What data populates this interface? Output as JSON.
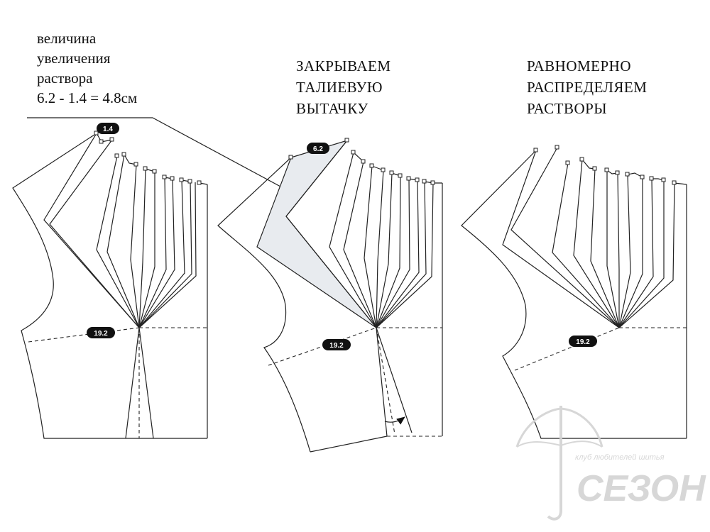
{
  "note": {
    "lines": [
      "величина",
      "увеличения",
      "раствора",
      "6.2 - 1.4 = 4.8см"
    ]
  },
  "panels": [
    {
      "title_lines": [],
      "badge_top": "1.4",
      "badge_waist": "19.2"
    },
    {
      "title_lines": [
        "ЗАКРЫВАЕМ",
        "ТАЛИЕВУЮ",
        "ВЫТАЧКУ"
      ],
      "badge_top": "6.2",
      "badge_waist": "19.2"
    },
    {
      "title_lines": [
        "РАВНОМЕРНО",
        "РАСПРЕДЕЛЯЕМ",
        "РАСТВОРЫ"
      ],
      "badge_waist": "19.2"
    }
  ],
  "watermark": {
    "subtitle": "клуб любителей шитья",
    "brand": "СЕЗОН"
  },
  "colors": {
    "line": "#222222",
    "fill_shaded": "#e8ebef",
    "watermark": "#d3d3d3"
  }
}
